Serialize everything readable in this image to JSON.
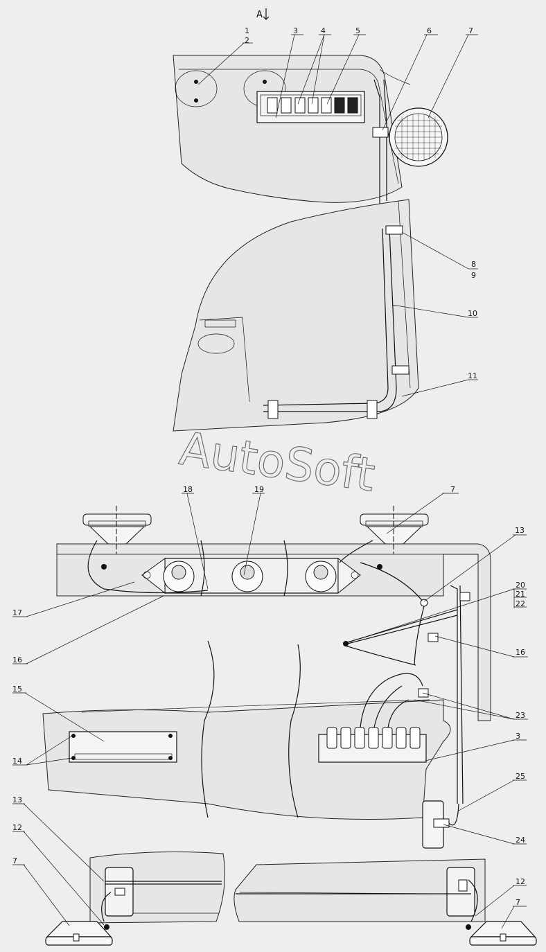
{
  "view_label": "A",
  "watermark": "AutoSoft",
  "callouts": [
    {
      "id": "c1",
      "text": "1"
    },
    {
      "id": "c2",
      "text": "2"
    },
    {
      "id": "c3",
      "text": "3"
    },
    {
      "id": "c4",
      "text": "4"
    },
    {
      "id": "c5",
      "text": "5"
    },
    {
      "id": "c6",
      "text": "6"
    },
    {
      "id": "c7",
      "text": "7"
    },
    {
      "id": "c8",
      "text": "8"
    },
    {
      "id": "c9",
      "text": "9"
    },
    {
      "id": "c10",
      "text": "10"
    },
    {
      "id": "c11",
      "text": "11"
    },
    {
      "id": "c7b",
      "text": "7"
    },
    {
      "id": "c13",
      "text": "13"
    },
    {
      "id": "c18",
      "text": "18"
    },
    {
      "id": "c19",
      "text": "19"
    },
    {
      "id": "c20",
      "text": "20"
    },
    {
      "id": "c21",
      "text": "21"
    },
    {
      "id": "c22",
      "text": "22"
    },
    {
      "id": "c17",
      "text": "17"
    },
    {
      "id": "c16",
      "text": "16"
    },
    {
      "id": "c16b",
      "text": "16"
    },
    {
      "id": "c15",
      "text": "15"
    },
    {
      "id": "c14",
      "text": "14"
    },
    {
      "id": "c23",
      "text": "23"
    },
    {
      "id": "c3b",
      "text": "3"
    },
    {
      "id": "c25",
      "text": "25"
    },
    {
      "id": "c24",
      "text": "24"
    },
    {
      "id": "c13b",
      "text": "13"
    },
    {
      "id": "c12",
      "text": "12"
    },
    {
      "id": "c7c",
      "text": "7"
    },
    {
      "id": "c12b",
      "text": "12"
    },
    {
      "id": "c7d",
      "text": "7"
    }
  ]
}
